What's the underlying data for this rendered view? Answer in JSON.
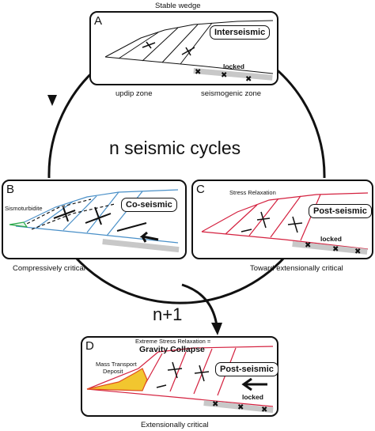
{
  "title_top": "Stable wedge",
  "center_label": "n seismic cycles",
  "next_cycle_label": "n+1",
  "panels": {
    "a": {
      "letter": "A",
      "phase": "Interseismic",
      "locked": "locked",
      "left_caption": "updip zone",
      "right_caption": "seismogenic zone"
    },
    "b": {
      "letter": "B",
      "phase": "Co-seismic",
      "note": "Sismoturbidite",
      "caption": "Compressively critical"
    },
    "c": {
      "letter": "C",
      "phase": "Post-seismic",
      "note": "Stress Relaxation",
      "locked": "locked",
      "caption": "Toward extensionally critical"
    },
    "d": {
      "letter": "D",
      "phase": "Post-seismic",
      "note_line1": "Extreme Stress Relaxation =",
      "note_line2": "Gravity Collapse",
      "deposit_line1": "Mass Transport",
      "deposit_line2": "Deposit",
      "locked": "locked",
      "caption": "Extensionally critical"
    }
  },
  "colors": {
    "ink": "#111111",
    "cosismic_faults": "#4a90c8",
    "postseismic_faults": "#d4213f",
    "plate_interface": "#c8c8c8",
    "mass_transport_deposit": "#f2c62f",
    "deposit_edge": "#e0501f",
    "sismoturbidite_edge": "#2aa84a"
  }
}
